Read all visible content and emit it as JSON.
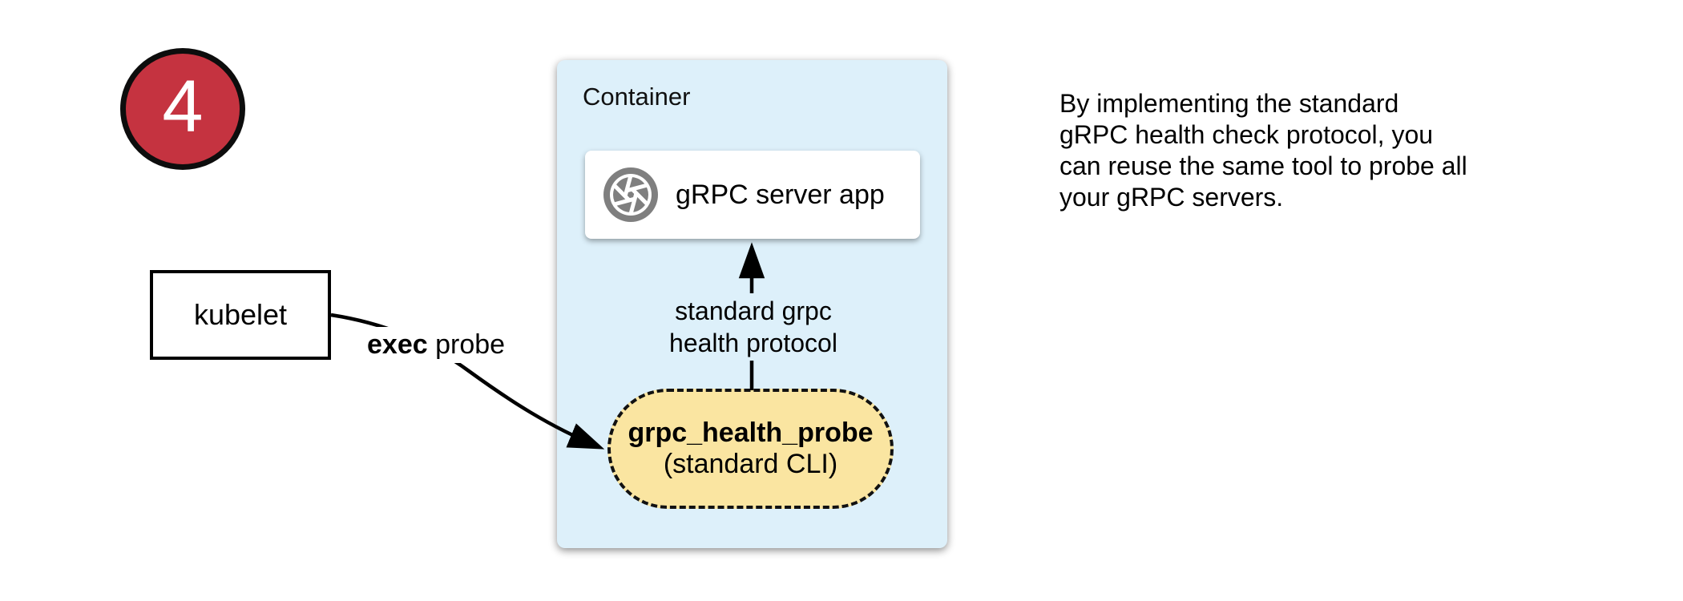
{
  "step_badge": {
    "number": "4",
    "fill_color": "#c53340",
    "ring_color": "#0d0d0d"
  },
  "kubelet_box": {
    "label": "kubelet"
  },
  "exec_label": {
    "bold": "exec",
    "rest": " probe"
  },
  "container": {
    "title": "Container",
    "fill_color": "#ddf0fa"
  },
  "server_box": {
    "label": "gRPC server app",
    "icon": "aperture-icon",
    "icon_color": "#7f7f7f"
  },
  "protocol_label": {
    "text": "standard grpc\nhealth protocol"
  },
  "probe_pill": {
    "title": "grpc_health_probe",
    "subtitle": "(standard CLI)",
    "fill_color": "#fae5a1"
  },
  "caption": {
    "text": "By implementing the standard\ngRPC health check protocol, you\ncan reuse the same tool to probe all\nyour gRPC servers."
  }
}
